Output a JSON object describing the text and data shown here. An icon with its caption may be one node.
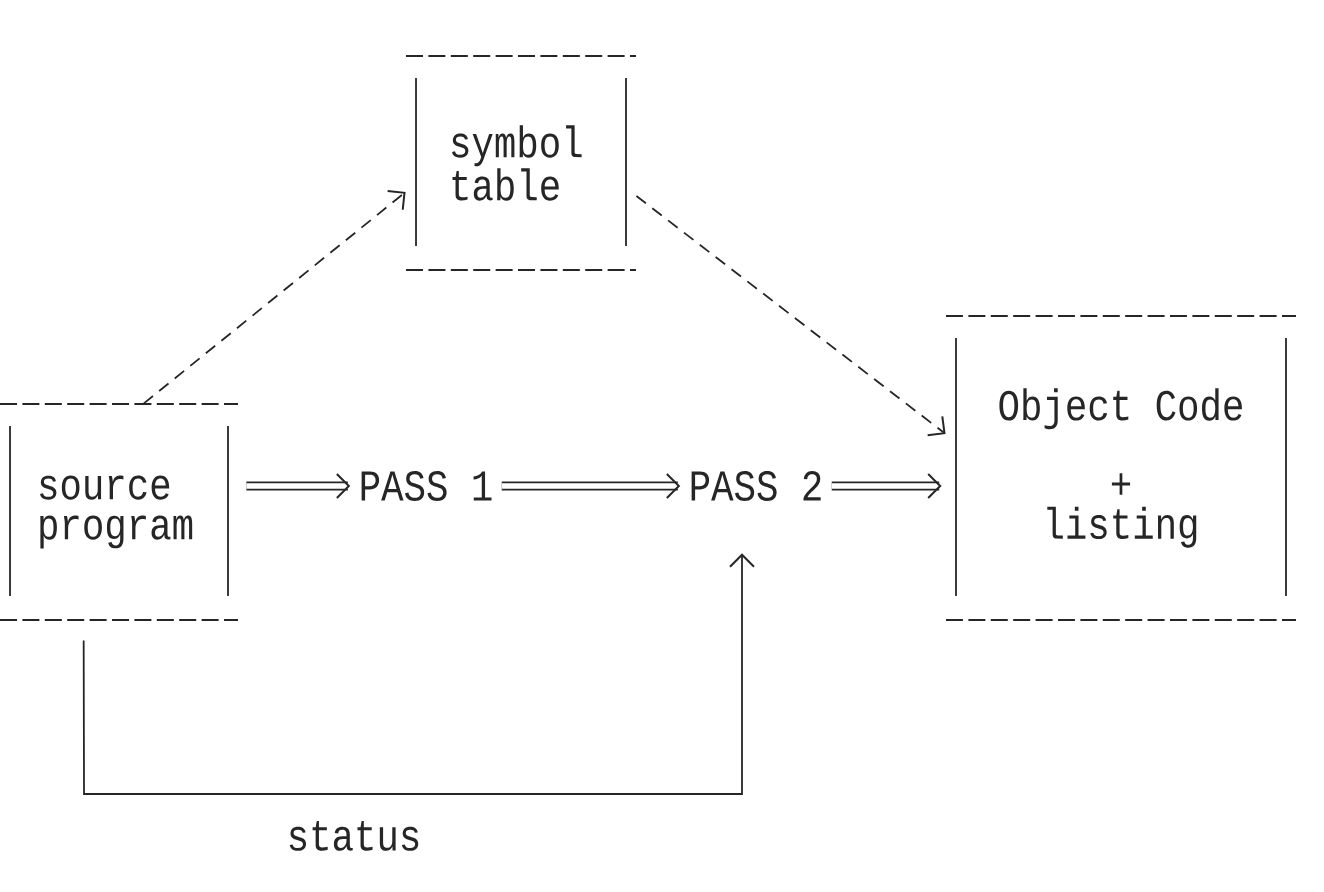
{
  "diagram": {
    "nodes": [
      {
        "text": [
          "symbol table"
        ]
      },
      {
        "text": [
          "source program"
        ]
      },
      {
        "text": [
          "PASS 1"
        ]
      },
      {
        "text": [
          "PASS 2"
        ]
      },
      {
        "text": [
          "Object Code",
          "+ listing"
        ]
      }
    ],
    "edges": [
      {
        "from": 1,
        "to": 0,
        "arrow": "to",
        "style": "dashed"
      },
      {
        "from": 0,
        "to": 4,
        "arrow": "to",
        "style": "dashed"
      },
      {
        "from": 1,
        "to": 2,
        "arrow": "to",
        "style": "thick"
      },
      {
        "from": 2,
        "to": 3,
        "arrow": "to",
        "style": "thick"
      },
      {
        "from": 3,
        "to": 4,
        "arrow": "to",
        "style": "thick"
      },
      {
        "from": 1,
        "to": 3,
        "arrow": "to",
        "label": "status"
      }
    ]
  }
}
